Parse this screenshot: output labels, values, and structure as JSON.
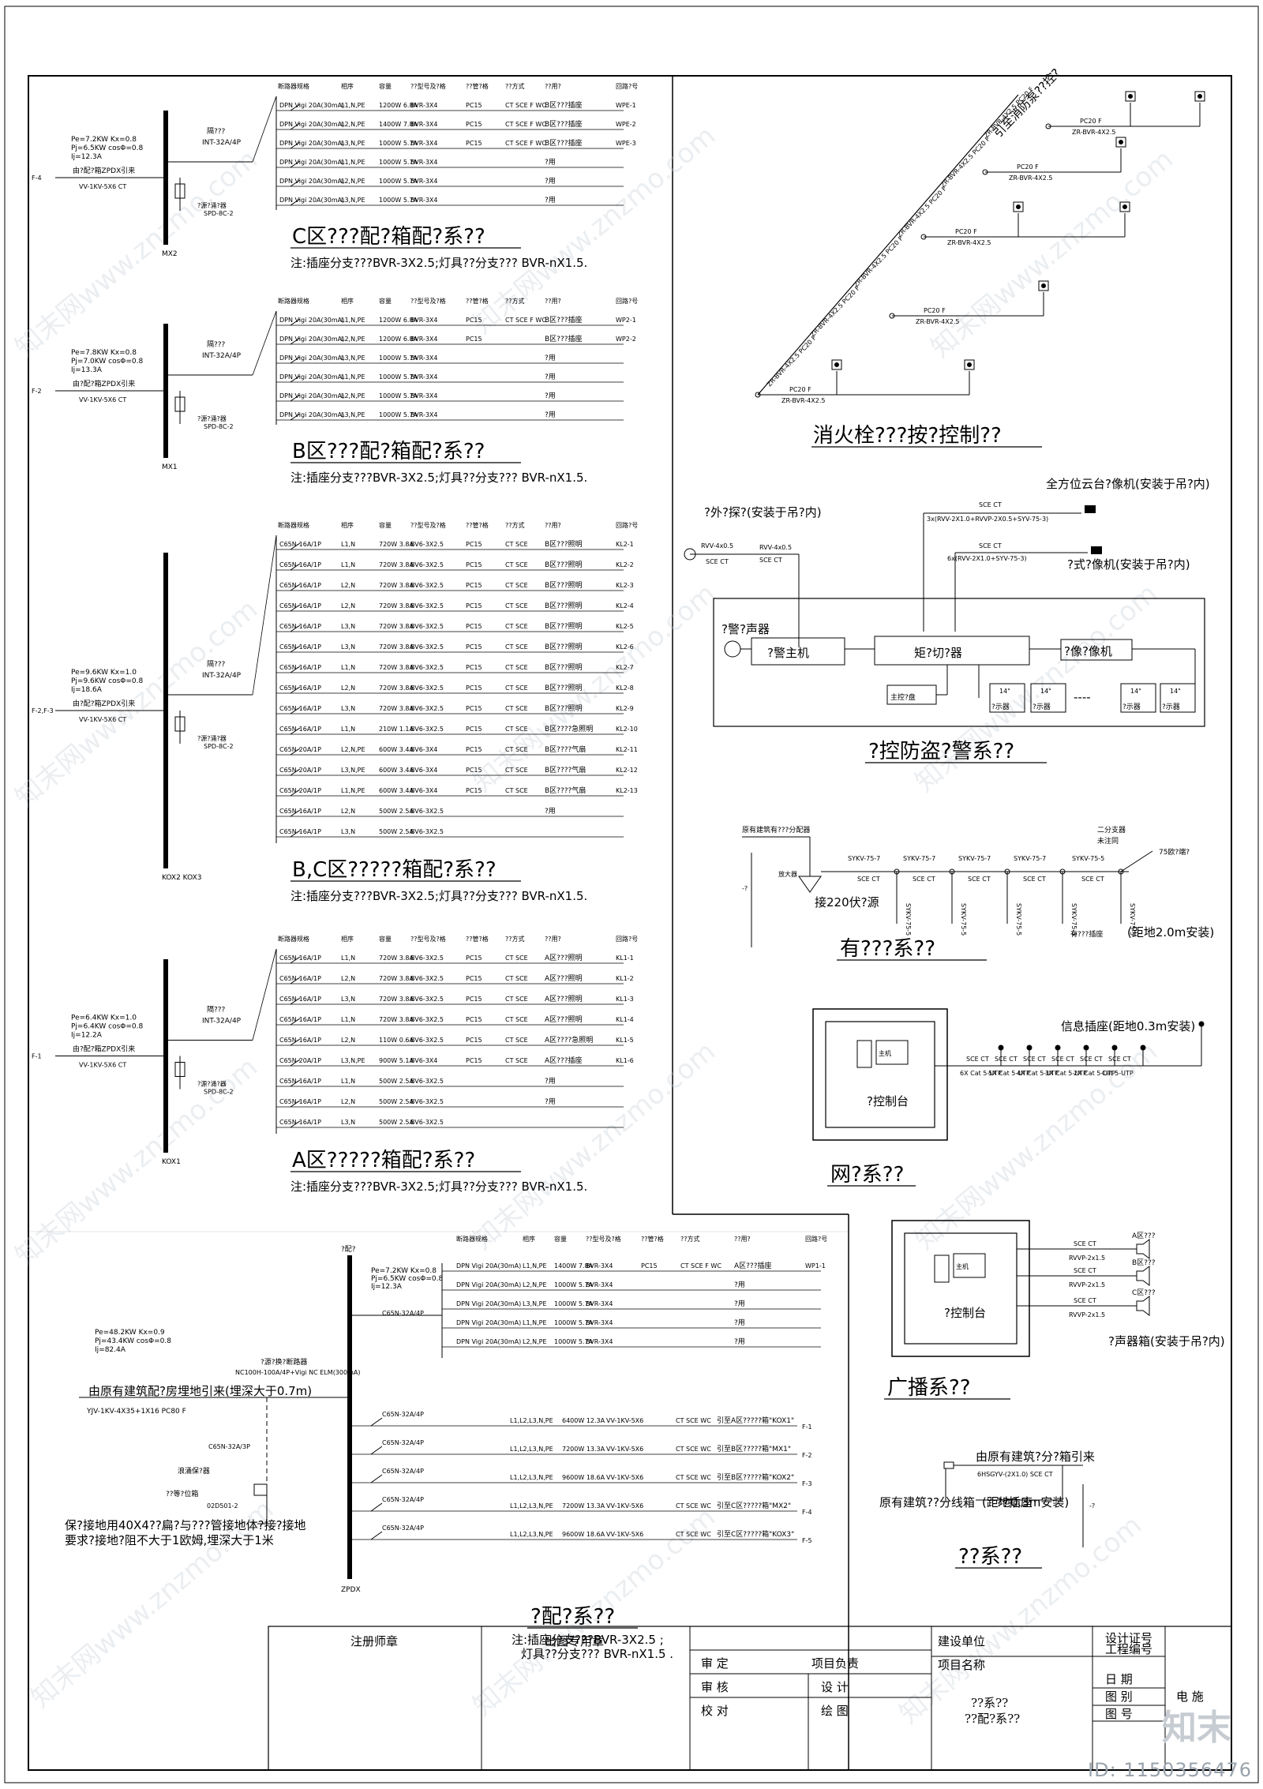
{
  "panels": [
    {
      "mark": "F-4",
      "source": "由?配?箱ZPDX引来",
      "cable": "VV-1KV-5X6 CT",
      "params": [
        "Pe=7.2KW Kx=0.8",
        "Pj=6.5KW cosΦ=0.8",
        "Ij=12.3A"
      ],
      "breaker": "INT-32A/4P",
      "spd": "SPD-8C-2",
      "bus": "MX2",
      "rows": [
        [
          "DPN Vigi 20A(30mA)",
          "L1,N,PE",
          "1200W 6.8A",
          "BVR-3X4",
          "PC15",
          "CT SCE F WC",
          "B区???插座",
          "WPE-1"
        ],
        [
          "DPN Vigi 20A(30mA)",
          "L2,N,PE",
          "1400W 7.8A",
          "BVR-3X4",
          "PC15",
          "CT SCE F WC",
          "B区???插座",
          "WPE-2"
        ],
        [
          "DPN Vigi 20A(30mA)",
          "L3,N,PE",
          "1000W 5.7A",
          "BVR-3X4",
          "PC15",
          "CT SCE F WC",
          "B区???插座",
          "WPE-3"
        ],
        [
          "DPN Vigi 20A(30mA)",
          "L1,N,PE",
          "1000W 5.7A",
          "BVR-3X4",
          "",
          "",
          "?用",
          ""
        ],
        [
          "DPN Vigi 20A(30mA)",
          "L2,N,PE",
          "1000W 5.7A",
          "BVR-3X4",
          "",
          "",
          "?用",
          ""
        ],
        [
          "DPN Vigi 20A(30mA)",
          "L3,N,PE",
          "1000W 5.7A",
          "BVR-3X4",
          "",
          "",
          "?用",
          ""
        ]
      ],
      "title": "C区???配?箱配?系??",
      "note": "注:插座分支???BVR-3X2.5;灯具??分支??? BVR-nX1.5."
    },
    {
      "mark": "F-2",
      "source": "由?配?箱ZPDX引来",
      "cable": "VV-1KV-5X6 CT",
      "params": [
        "Pe=7.8KW Kx=0.8",
        "Pj=7.0KW cosΦ=0.8",
        "Ij=13.3A"
      ],
      "breaker": "INT-32A/4P",
      "spd": "SPD-8C-2",
      "bus": "MX1",
      "rows": [
        [
          "DPN Vigi 20A(30mA)",
          "L1,N,PE",
          "1200W 6.8A",
          "BVR-3X4",
          "PC15",
          "CT SCE F WC",
          "B区???插座",
          "WP2-1"
        ],
        [
          "DPN Vigi 20A(30mA)",
          "L2,N,PE",
          "1200W 6.8A",
          "BVR-3X4",
          "PC15",
          "",
          "B区???插座",
          "WP2-2"
        ],
        [
          "DPN Vigi 20A(30mA)",
          "L3,N,PE",
          "1000W 5.7A",
          "BVR-3X4",
          "",
          "",
          "?用",
          ""
        ],
        [
          "DPN Vigi 20A(30mA)",
          "L1,N,PE",
          "1000W 5.7A",
          "BVR-3X4",
          "",
          "",
          "?用",
          ""
        ],
        [
          "DPN Vigi 20A(30mA)",
          "L2,N,PE",
          "1000W 5.7A",
          "BVR-3X4",
          "",
          "",
          "?用",
          ""
        ],
        [
          "DPN Vigi 20A(30mA)",
          "L3,N,PE",
          "1000W 5.7A",
          "BVR-3X4",
          "",
          "",
          "?用",
          ""
        ]
      ],
      "title": "B区???配?箱配?系??",
      "note": "注:插座分支???BVR-3X2.5;灯具??分支??? BVR-nX1.5."
    },
    {
      "mark": "F-2,F-3",
      "source": "由?配?箱ZPDX引来",
      "cable": "VV-1KV-5X6 CT",
      "params": [
        "Pe=9.6KW Kx=1.0",
        "Pj=9.6KW cosΦ=0.8",
        "Ij=18.6A"
      ],
      "breaker": "INT-32A/4P",
      "spd": "SPD-8C-2",
      "bus": "KOX2 KOX3",
      "rows": [
        [
          "C65N-16A/1P",
          "L1,N",
          "720W 3.8A",
          "BV6-3X2.5",
          "PC15",
          "CT SCE",
          "B区???照明",
          "KL2-1"
        ],
        [
          "C65N-16A/1P",
          "L1,N",
          "720W 3.8A",
          "BV6-3X2.5",
          "PC15",
          "CT SCE",
          "B区???照明",
          "KL2-2"
        ],
        [
          "C65N-16A/1P",
          "L2,N",
          "720W 3.8A",
          "BV6-3X2.5",
          "PC15",
          "CT SCE",
          "B区???照明",
          "KL2-3"
        ],
        [
          "C65N-16A/1P",
          "L2,N",
          "720W 3.8A",
          "BV6-3X2.5",
          "PC15",
          "CT SCE",
          "B区???照明",
          "KL2-4"
        ],
        [
          "C65N-16A/1P",
          "L3,N",
          "720W 3.8A",
          "BV6-3X2.5",
          "PC15",
          "CT SCE",
          "B区???照明",
          "KL2-5"
        ],
        [
          "C65N-16A/1P",
          "L3,N",
          "720W 3.8A",
          "BV6-3X2.5",
          "PC15",
          "CT SCE",
          "B区???照明",
          "KL2-6"
        ],
        [
          "C65N-16A/1P",
          "L1,N",
          "720W 3.8A",
          "BV6-3X2.5",
          "PC15",
          "CT SCE",
          "B区???照明",
          "KL2-7"
        ],
        [
          "C65N-16A/1P",
          "L2,N",
          "720W 3.8A",
          "BV6-3X2.5",
          "PC15",
          "CT SCE",
          "B区???照明",
          "KL2-8"
        ],
        [
          "C65N-16A/1P",
          "L3,N",
          "720W 3.8A",
          "BV6-3X2.5",
          "PC15",
          "CT SCE",
          "B区???照明",
          "KL2-9"
        ],
        [
          "C65N-16A/1P",
          "L1,N",
          "210W 1.1A",
          "BV6-3X2.5",
          "PC15",
          "CT SCE",
          "B区????急照明",
          "KL2-10"
        ],
        [
          "C65N-20A/1P",
          "L2,N,PE",
          "600W 3.4A",
          "BV6-3X4",
          "PC15",
          "CT SCE",
          "B区????气扇",
          "KL2-11"
        ],
        [
          "C65N-20A/1P",
          "L3,N,PE",
          "600W 3.4A",
          "BV6-3X4",
          "PC15",
          "CT SCE",
          "B区????气扇",
          "KL2-12"
        ],
        [
          "C65N-20A/1P",
          "L1,N,PE",
          "600W 3.4A",
          "BV6-3X4",
          "PC15",
          "CT SCE",
          "B区????气扇",
          "KL2-13"
        ],
        [
          "C65N-16A/1P",
          "L2,N",
          "500W 2.5A",
          "BV6-3X2.5",
          "",
          "",
          "?用",
          ""
        ],
        [
          "C65N-16A/1P",
          "L3,N",
          "500W 2.5A",
          "BV6-3X2.5",
          "",
          "",
          "",
          ""
        ]
      ],
      "title": "B,C区?????箱配?系??",
      "note": "注:插座分支???BVR-3X2.5;灯具??分支??? BVR-nX1.5."
    },
    {
      "mark": "F-1",
      "source": "由?配?箱ZPDX引来",
      "cable": "VV-1KV-5X6 CT",
      "params": [
        "Pe=6.4KW Kx=1.0",
        "Pj=6.4KW cosΦ=0.8",
        "Ij=12.2A"
      ],
      "breaker": "INT-32A/4P",
      "spd": "SPD-8C-2",
      "bus": "KOX1",
      "rows": [
        [
          "C65N-16A/1P",
          "L1,N",
          "720W 3.8A",
          "BV6-3X2.5",
          "PC15",
          "CT SCE",
          "A区???照明",
          "KL1-1"
        ],
        [
          "C65N-16A/1P",
          "L2,N",
          "720W 3.8A",
          "BV6-3X2.5",
          "PC15",
          "CT SCE",
          "A区???照明",
          "KL1-2"
        ],
        [
          "C65N-16A/1P",
          "L3,N",
          "720W 3.8A",
          "BV6-3X2.5",
          "PC15",
          "CT SCE",
          "A区???照明",
          "KL1-3"
        ],
        [
          "C65N-16A/1P",
          "L1,N",
          "720W 3.8A",
          "BV6-3X2.5",
          "PC15",
          "CT SCE",
          "A区???照明",
          "KL1-4"
        ],
        [
          "C65N-16A/1P",
          "L2,N",
          "110W 0.6A",
          "BV6-3X2.5",
          "PC15",
          "CT SCE",
          "A区????急照明",
          "KL1-5"
        ],
        [
          "C65N-20A/1P",
          "L3,N,PE",
          "900W 5.1A",
          "BV6-3X4",
          "PC15",
          "CT SCE",
          "A区???插座",
          "KL1-6"
        ],
        [
          "C65N-16A/1P",
          "L1,N",
          "500W 2.5A",
          "BV6-3X2.5",
          "",
          "",
          "?用",
          ""
        ],
        [
          "C65N-16A/1P",
          "L2,N",
          "500W 2.5A",
          "BV6-3X2.5",
          "",
          "",
          "?用",
          ""
        ],
        [
          "C65N-16A/1P",
          "L3,N",
          "500W 2.5A",
          "BV6-3X2.5",
          "",
          "",
          "",
          ""
        ]
      ],
      "title": "A区?????箱配?系??",
      "note": "注:插座分支???BVR-3X2.5;灯具??分支??? BVR-nX1.5."
    }
  ],
  "panel_headers": [
    "断路器规格",
    "相序",
    "容量",
    "??型号及?格",
    "??管?格",
    "??方式",
    "??用?",
    "回路?号"
  ],
  "main_board": {
    "bus": "ZPDX",
    "params_top": [
      "Pe=7.2KW Kx=0.8",
      "Pj=6.5KW cosΦ=0.8",
      "Ij=12.3A"
    ],
    "params_main": [
      "Pe=48.2KW Kx=0.9",
      "Pj=43.4KW cosΦ=0.8",
      "Ij=82.4A"
    ],
    "switch": "?源?换?断路器",
    "switch_model": "NC100H-100A/4P+Vigi NC ELM(300mA)",
    "incoming": "由原有建筑配?房埋地引来(埋深大于0.7m)",
    "incoming_cable": "YJV-1KV-4X35+1X16 PC80 F",
    "c65n": "C65N-32A/3P",
    "spd_label": "浪涌保?器",
    "eq_label": "??等?位箱",
    "eq_model": "02D501-2",
    "ground_note": [
      "保?接地用40X4??扁?与???管接地体?接?接地",
      "要求?接地?阻不大于1欧姆,埋深大于1米"
    ],
    "top_rows": [
      [
        "DPN Vigi 20A(30mA)",
        "L1,N,PE",
        "1400W 7.8A",
        "BVR-3X4",
        "PC15",
        "CT SCE F WC",
        "A区???插座",
        "WP1-1"
      ],
      [
        "DPN Vigi 20A(30mA)",
        "L2,N,PE",
        "1000W 5.7A",
        "BVR-3X4",
        "",
        "",
        "?用",
        ""
      ],
      [
        "DPN Vigi 20A(30mA)",
        "L3,N,PE",
        "1000W 5.7A",
        "BVR-3X4",
        "",
        "",
        "?用",
        ""
      ],
      [
        "DPN Vigi 20A(30mA)",
        "L1,N,PE",
        "1000W 5.7A",
        "BVR-3X4",
        "",
        "",
        "?用",
        ""
      ],
      [
        "DPN Vigi 20A(30mA)",
        "L2,N,PE",
        "1000W 5.7A",
        "BVR-3X4",
        "",
        "",
        "?用",
        ""
      ]
    ],
    "feeders": [
      [
        "C65N-32A/4P",
        "L1,L2,L3,N,PE",
        "6400W 12.3A",
        "VV-1KV-5X6",
        "CT SCE WC",
        "引至A区?????箱\"KOX1\"",
        "F-1"
      ],
      [
        "C65N-32A/4P",
        "L1,L2,L3,N,PE",
        "7200W 13.3A",
        "VV-1KV-5X6",
        "CT SCE WC",
        "引至B区?????箱\"MX1\"",
        "F-2"
      ],
      [
        "C65N-32A/4P",
        "L1,L2,L3,N,PE",
        "9600W 18.6A",
        "VV-1KV-5X6",
        "CT SCE WC",
        "引至B区?????箱\"KOX2\"",
        "F-3"
      ],
      [
        "C65N-32A/4P",
        "L1,L2,L3,N,PE",
        "7200W 13.3A",
        "VV-1KV-5X6",
        "CT SCE WC",
        "引至C区?????箱\"MX2\"",
        "F-4"
      ],
      [
        "C65N-32A/4P",
        "L1,L2,L3,N,PE",
        "9600W 18.6A",
        "VV-1KV-5X6",
        "CT SCE WC",
        "引至C区?????箱\"KOX3\"",
        "F-5"
      ]
    ],
    "title": "?配?系??",
    "note1": "注:插座分支???BVR-3X2.5 ;",
    "note2": "灯具??分支??? BVR-nX1.5 ."
  },
  "right": {
    "hydrant": {
      "title": "消火栓???按?控制??",
      "riser": "引至消防泵??控?",
      "trunk": [
        "ZR-BVR-4X2.5 PC20 F",
        "ZR-BVR-4X2.5 PC20 F",
        "ZR-BVR-4X2.5 PC20 F",
        "ZR-BVR-4X2.5 PC20 F",
        "ZR-BVR-4X2.5 PC20 F",
        "ZR-BVR-4X2.5 PC20 F"
      ],
      "branch_top": "PC20 F",
      "branch_bot": "ZR-BVR-4X2.5"
    },
    "alarm": {
      "title": "?控防盗?警系??",
      "ir": "?外?探?(安装于吊?内)",
      "ptz": "全方位云台?像机(安装于吊?内)",
      "fixed": "?式?像机(安装于吊?内)",
      "c1": "RVV-4x0.5",
      "c1b": "SCE CT",
      "c2": "RVV-4x0.5",
      "c2b": "SCE CT",
      "c3": "SCE CT",
      "c3b": "3x(RVV-2X1.0+RVVP-2X0.5+SYV-75-3)",
      "c4": "SCE CT",
      "c4b": "6x(RVV-2X1.0+SYV-75-3)",
      "siren": "?警?声器",
      "host": "?警主机",
      "matrix": "矩?切?器",
      "recorder": "?像?像机",
      "keyboard": "主控?盘",
      "mon": "14\"",
      "mon_label": "?示器",
      "dots": "----"
    },
    "catv": {
      "title": "有???系??",
      "src": "原有建筑有???分配器",
      "amp": "放大器",
      "ac": "接220伏?源",
      "split": "二分支器",
      "split2": "未注同",
      "term": "75欧?端?",
      "outlet": "有???插座",
      "outlet2": "(距地2.0m安装)",
      "seg": [
        "SYKV-75-7",
        "SYKV-75-7",
        "SYKV-75-7",
        "SYKV-75-7",
        "SYKV-75-5"
      ],
      "segb": "SCE CT",
      "drop": "SYKV-75-5"
    },
    "net": {
      "title": "网?系??",
      "desk": "?控制台",
      "outlet": "信息插座",
      "outlet2": "(距地0.3m安装)",
      "cables": [
        "6X Cat 5-UTP",
        "5X Cat 5-UTP",
        "4X Cat 5-UTP",
        "3X Cat 5-UTP",
        "2X Cat 5-UTP",
        "Cat 5-UTP"
      ],
      "cable_top": "SCE CT",
      "pc": "主机"
    },
    "broadcast": {
      "title": "广播系??",
      "desk": "?控制台",
      "zones": [
        "A区???",
        "B区???",
        "C区???"
      ],
      "cable": "RVVP-2x1.5",
      "cable_top": "SCE CT",
      "spk": "?声器箱",
      "spk2": "(安装于吊?内)",
      "pc": "主机"
    },
    "phone": {
      "title": "??系??",
      "src": "由原有建筑?分?箱引来",
      "cable": "6HSGYV-(2X1.0) SCE CT",
      "box": "原有建筑??分线箱",
      "outlet": "??插座",
      "outlet2": "(距地0.3m安装)"
    }
  },
  "titleblock": {
    "reg": "注册师章",
    "out": "出图专用章",
    "review": "审 定",
    "check": "审 核",
    "proof": "校 对",
    "lead": "项目负责",
    "design": "设 计",
    "draw": "绘 图",
    "client": "建设单位",
    "project": "项目名称",
    "name1": "??系??",
    "name2": "??配?系??",
    "cert": "设计证号",
    "no": "工程编号",
    "date": "日 期",
    "type": "图 别",
    "seq": "图 号",
    "type_v": "电 施"
  },
  "watermark": "知末网www.znzmo.com",
  "footer": {
    "logo": "知末",
    "id": "ID: 1150356476"
  }
}
